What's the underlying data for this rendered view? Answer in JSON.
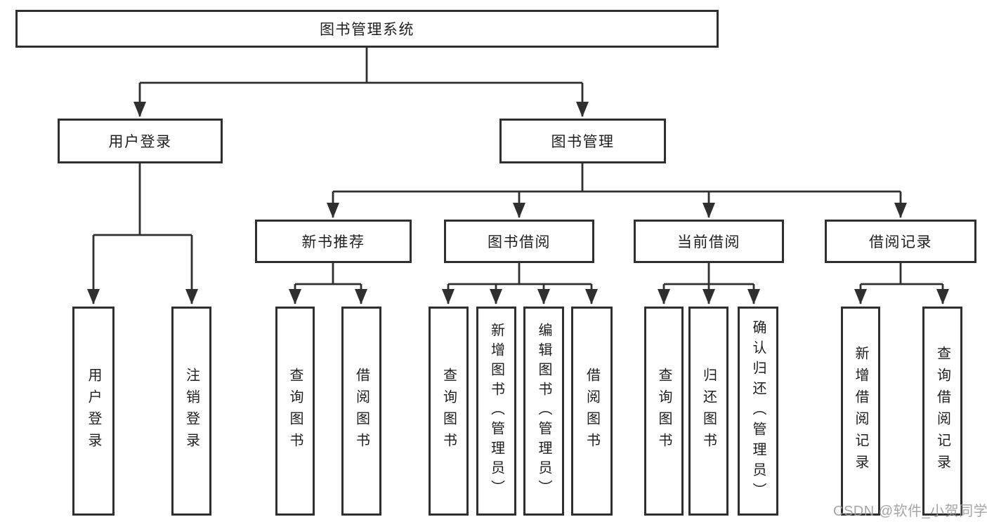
{
  "diagram": {
    "root": {
      "label": "图书管理系统"
    },
    "branches": [
      {
        "label": "用户登录",
        "children": [
          {
            "label": "用户登录"
          },
          {
            "label": "注销登录"
          }
        ]
      },
      {
        "label": "图书管理",
        "children": [
          {
            "label": "新书推荐",
            "children": [
              {
                "label": "查询图书"
              },
              {
                "label": "借阅图书"
              }
            ]
          },
          {
            "label": "图书借阅",
            "children": [
              {
                "label": "查询图书"
              },
              {
                "label": "新增图书（管理员）"
              },
              {
                "label": "编辑图书（管理员）"
              },
              {
                "label": "借阅图书"
              }
            ]
          },
          {
            "label": "当前借阅",
            "children": [
              {
                "label": "查询图书"
              },
              {
                "label": "归还图书"
              },
              {
                "label": "确认归还（管理员）"
              }
            ]
          },
          {
            "label": "借阅记录",
            "children": [
              {
                "label": "新增借阅记录"
              },
              {
                "label": "查询借阅记录"
              }
            ]
          }
        ]
      }
    ]
  },
  "watermark": {
    "text": "CSDN @软件_小贺同学"
  },
  "colors": {
    "line": "#2f2f2f",
    "box_border": "#2f2f2f",
    "text": "#1f1f1f",
    "background": "#ffffff",
    "watermark": "#9c9c9c"
  }
}
